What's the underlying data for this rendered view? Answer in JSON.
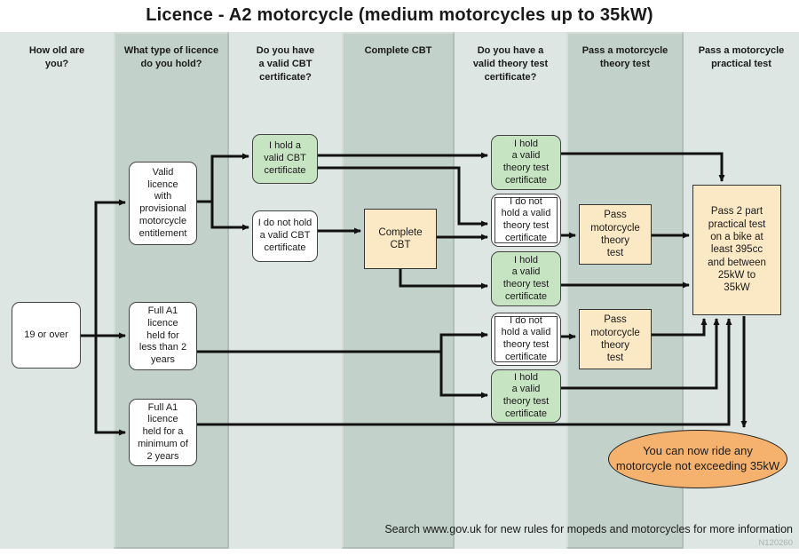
{
  "title": "Licence - A2 motorcycle (medium motorcycles up to 35kW)",
  "columns": [
    "How old are\nyou?",
    "What type of licence\ndo you hold?",
    "Do you have\na valid CBT\ncertificate?",
    "Complete CBT",
    "Do you have a\nvalid theory test\ncertificate?",
    "Pass a motorcycle\ntheory test",
    "Pass a motorcycle\npractical test"
  ],
  "nodes": {
    "age": "19 or over",
    "provisional": "Valid\nlicence\nwith\nprovisional\nmotorcycle\nentitlement",
    "full_a1_less_2": "Full A1\nlicence\nheld for\nless than 2\nyears",
    "full_a1_min_2": "Full A1\nlicence\nheld for a\nminimum of\n2 years",
    "hold_cbt": "I hold a\nvalid CBT\ncertificate",
    "not_hold_cbt": "I do not hold\na valid CBT\ncertificate",
    "complete_cbt": "Complete\nCBT",
    "hold_theory_1": "I hold\na valid\ntheory test\ncertificate",
    "not_hold_theory_1": "I do not\nhold a valid\ntheory test\ncertificate",
    "hold_theory_2": "I hold\na valid\ntheory test\ncertificate",
    "pass_theory_1": "Pass\nmotorcycle\ntheory\ntest",
    "not_hold_theory_2": "I do not\nhold a valid\ntheory test\ncertificate",
    "pass_theory_2": "Pass\nmotorcycle\ntheory\ntest",
    "hold_theory_3": "I hold\na valid\ntheory test\ncertificate",
    "practical": "Pass 2 part\npractical test\non a bike at\nleast 395cc\nand between\n25kW to\n35kW",
    "outcome": "You can now ride any\nmotorcycle not exceeding 35kW"
  },
  "footer": {
    "search_note": "Search www.gov.uk for new rules for mopeds and motorcycles for more information",
    "reference": "N120260"
  },
  "colors": {
    "column_light": "#dde6e2",
    "column_dark": "#c2d1ca",
    "node_green": "#c7e4c2",
    "node_tan": "#fbe9c6",
    "outcome_orange": "#f5b26e",
    "arrow": "#111111"
  }
}
